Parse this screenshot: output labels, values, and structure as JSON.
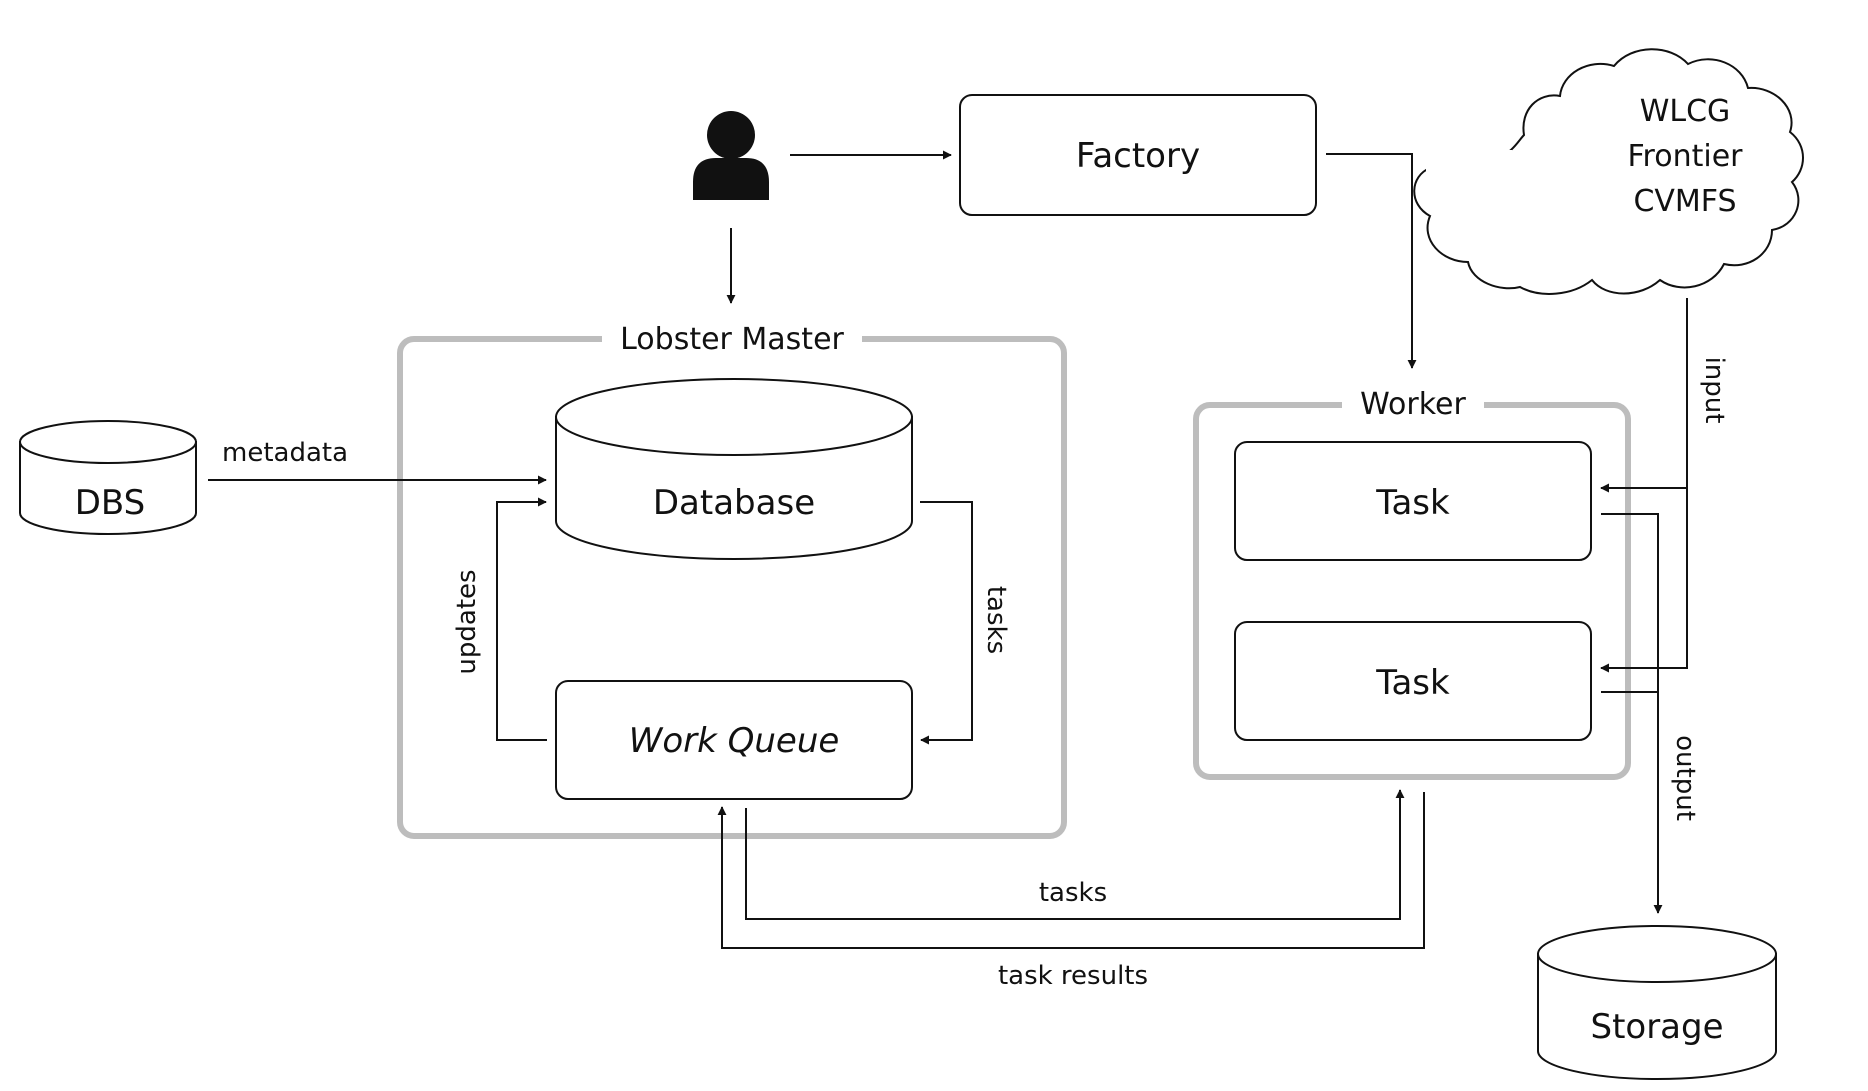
{
  "nodes": {
    "dbs": "DBS",
    "database": "Database",
    "work_queue": "Work Queue",
    "factory": "Factory",
    "task_1": "Task",
    "task_2": "Task",
    "storage": "Storage",
    "cloud_lines": [
      "WLCG",
      "Frontier",
      "CVMFS"
    ]
  },
  "groups": {
    "master": "Lobster Master",
    "worker": "Worker"
  },
  "edges": {
    "metadata": "metadata",
    "updates": "updates",
    "tasks_internal": "tasks",
    "tasks_to_worker": "tasks",
    "task_results": "task results",
    "input": "input",
    "output": "output"
  },
  "icons": {
    "user": "user-icon",
    "cloud": "cloud-icon"
  }
}
